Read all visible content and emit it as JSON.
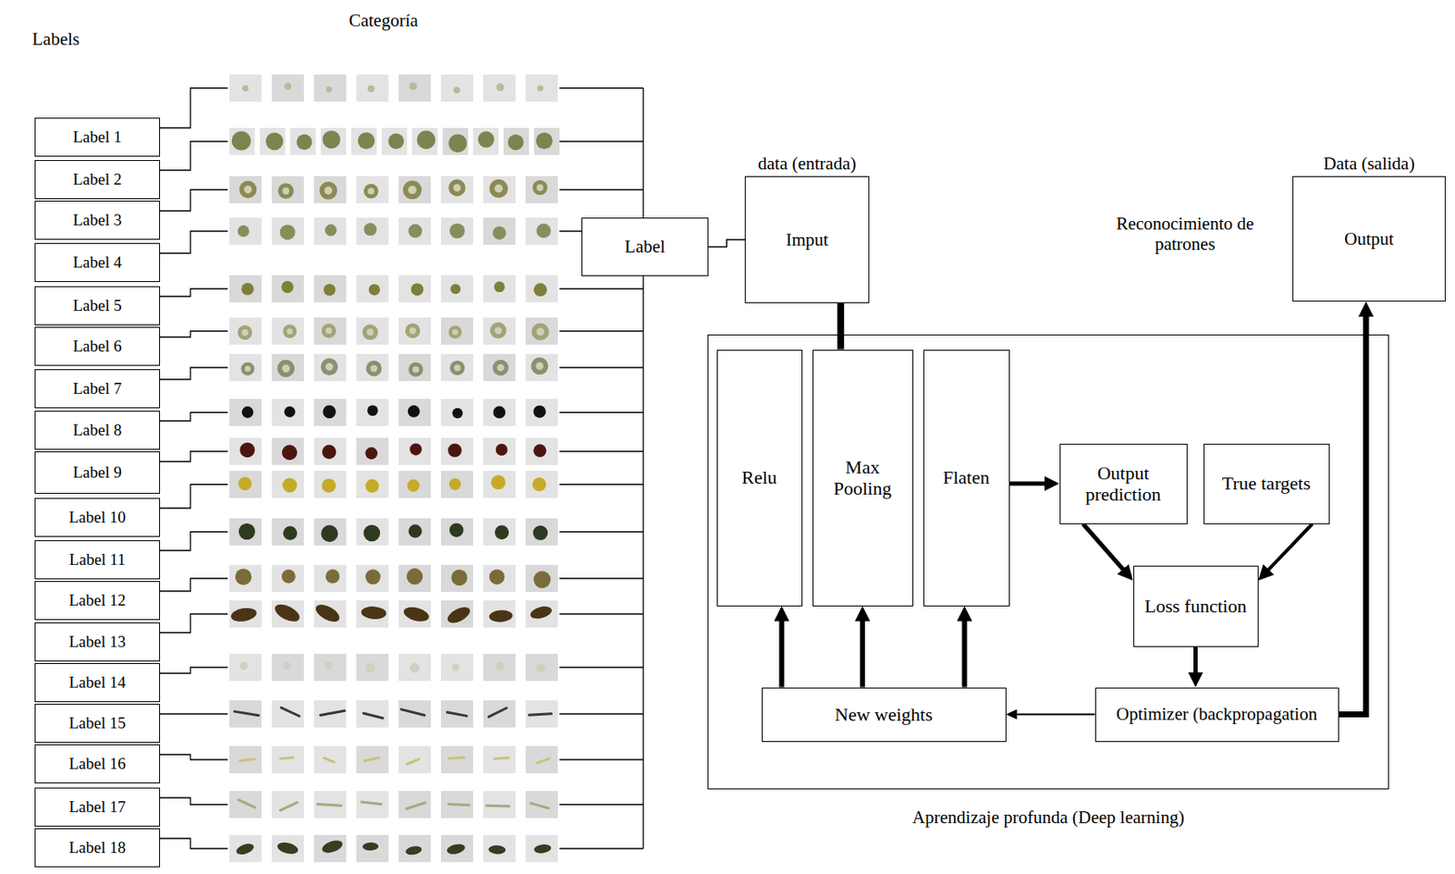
{
  "diagram": {
    "nodes": [
      {
        "text": [
          "Label 1"
        ]
      },
      {
        "text": [
          "Label 2"
        ]
      },
      {
        "text": [
          "Label 3"
        ]
      },
      {
        "text": [
          "Label 4"
        ]
      },
      {
        "text": [
          "Label 5"
        ]
      },
      {
        "text": [
          "Label 6"
        ]
      },
      {
        "text": [
          "Label 7"
        ]
      },
      {
        "text": [
          "Label 8"
        ]
      },
      {
        "text": [
          "Label 9"
        ]
      },
      {
        "text": [
          "Label 10"
        ]
      },
      {
        "text": [
          "Label 11"
        ]
      },
      {
        "text": [
          "Label 12"
        ]
      },
      {
        "text": [
          "Label 13"
        ]
      },
      {
        "text": [
          "Label 14"
        ]
      },
      {
        "text": [
          "Label 15"
        ]
      },
      {
        "text": [
          "Label 16"
        ]
      },
      {
        "text": [
          "Label 17"
        ]
      },
      {
        "text": [
          "Label 18"
        ]
      },
      {
        "text": [
          "Label"
        ]
      },
      {
        "text": [
          "data (entrada)",
          "Imput"
        ]
      },
      {
        "text": [
          "Data (salida)",
          "Output"
        ]
      },
      {
        "text": [
          "Aprendizaje profunda (Deep learning)"
        ]
      },
      {
        "text": [
          "Relu"
        ],
        "in": 21
      },
      {
        "text": [
          "Max Pooling"
        ],
        "in": 21
      },
      {
        "text": [
          "Flaten"
        ],
        "in": 21
      },
      {
        "text": [
          "Output prediction"
        ],
        "in": 21
      },
      {
        "text": [
          "True targets"
        ],
        "in": 21
      },
      {
        "text": [
          "Loss function"
        ],
        "in": 21
      },
      {
        "text": [
          "New weights"
        ],
        "in": 21
      },
      {
        "text": [
          "Optimizer (backpropagation"
        ],
        "in": 21
      }
    ],
    "edges": [
      {
        "from": 18,
        "to": 19,
        "arrow": "none"
      },
      {
        "from": 19,
        "to": 23,
        "arrow": "none"
      },
      {
        "from": 24,
        "to": 25,
        "arrow": "to"
      },
      {
        "from": 25,
        "to": 27,
        "arrow": "to"
      },
      {
        "from": 26,
        "to": 27,
        "arrow": "to"
      },
      {
        "from": 27,
        "to": 29,
        "arrow": "to"
      },
      {
        "from": 29,
        "to": 28,
        "arrow": "to"
      },
      {
        "from": 28,
        "to": 22,
        "arrow": "to"
      },
      {
        "from": 28,
        "to": 23,
        "arrow": "to"
      },
      {
        "from": 28,
        "to": 24,
        "arrow": "to"
      },
      {
        "from": 29,
        "to": 20,
        "arrow": "to"
      }
    ],
    "labels": [
      "Labels",
      "Categoría",
      "Reconocimiento de patrones"
    ]
  }
}
